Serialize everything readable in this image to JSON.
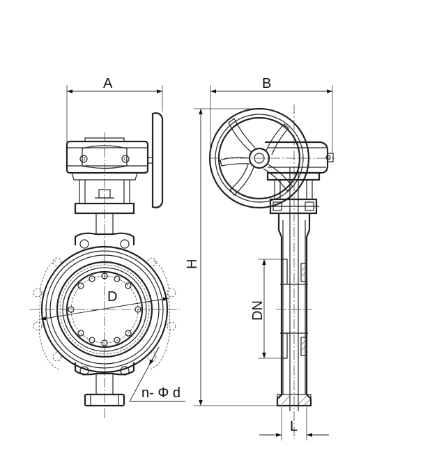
{
  "labels": {
    "a": "A",
    "b": "B",
    "h": "H",
    "d": "D",
    "dn": "DN",
    "l": "L",
    "bolt_holes": "n- Φ d"
  },
  "icons": {
    "front_view": "valve-front-view",
    "side_view": "valve-side-view",
    "handwheel": "handwheel-icon",
    "gearbox": "gearbox-icon"
  }
}
